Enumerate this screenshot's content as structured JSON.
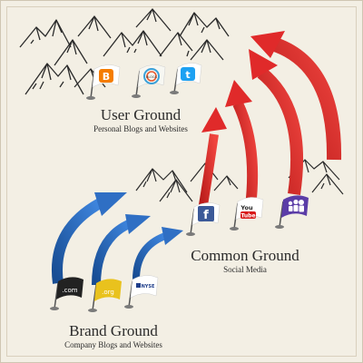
{
  "diagram": {
    "colors": {
      "background": "#f3efe4",
      "blue_arrow": "#2f6fc4",
      "red_arrow": "#e02a2a",
      "ink": "#2b2b2b"
    },
    "levels": {
      "user": {
        "title": "User Ground",
        "subtitle": "Personal Blogs and Websites"
      },
      "common": {
        "title": "Common Ground",
        "subtitle": "Social Media"
      },
      "brand": {
        "title": "Brand Ground",
        "subtitle": "Company Blogs and Websites"
      }
    },
    "flags": {
      "blogger": {
        "icon": "blogger-icon",
        "glyph": "B",
        "color": "#f57d00"
      },
      "blogs_badge": {
        "icon": "blogs-badge-icon",
        "text": "BLOGS",
        "color": "#f7f7f2"
      },
      "twitter": {
        "icon": "twitter-icon",
        "glyph": "t",
        "color": "#1da1f2"
      },
      "facebook": {
        "icon": "facebook-icon",
        "glyph": "f",
        "color": "#3b5998"
      },
      "youtube": {
        "icon": "youtube-icon",
        "text_top": "You",
        "text_bottom": "Tube",
        "color": "#ffffff"
      },
      "myspace": {
        "icon": "myspace-icon",
        "color": "#5b3da7"
      },
      "dotcom": {
        "icon": "dotcom-icon",
        "text": ".com",
        "color": "#222222"
      },
      "dotorg": {
        "icon": "dotorg-icon",
        "text": ".org",
        "color": "#e9c21d"
      },
      "nyse": {
        "icon": "nyse-icon",
        "text": "NYSE",
        "color": "#ffffff"
      }
    }
  }
}
